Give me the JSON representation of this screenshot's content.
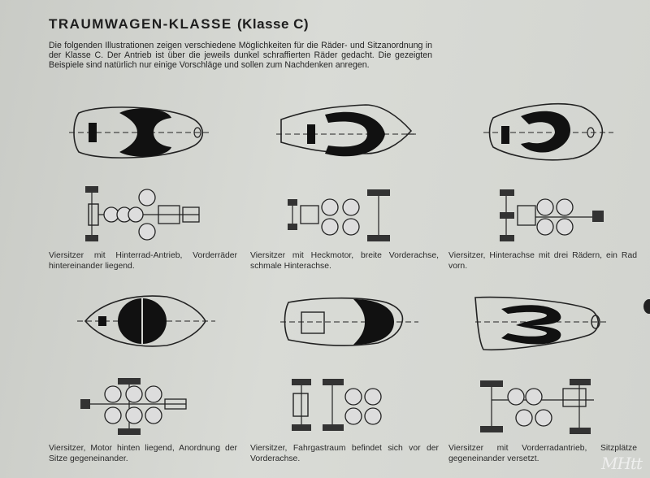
{
  "title": "TRAUMWAGEN-KLASSE",
  "title_suffix": "(Klasse C)",
  "intro": "Die folgenden Illustrationen zeigen verschiedene Möglichkeiten für die Räder- und Sitzanordnung in der Klasse C. Der Antrieb ist über die jeweils dunkel schraffierten Räder gedacht. Die gezeigten Beispiele sind natürlich nur einige Vorschläge und sollen zum Nachdenken anregen.",
  "cars": [
    {
      "caption": "Viersitzer mit Hinterrad-Antrieb, Vorderräder hintereinander liegend."
    },
    {
      "caption": "Viersitzer mit Heckmotor, breite Vorderachse, schmale Hinterachse."
    },
    {
      "caption": "Viersitzer, Hinterachse mit drei Rädern, ein Rad vorn."
    },
    {
      "caption": "Viersitzer, Motor hinten liegend, Anordnung der Sitze gegeneinander."
    },
    {
      "caption": "Viersitzer, Fahrgastraum befindet sich vor der Vorderachse."
    },
    {
      "caption": "Viersitzer mit Vorderradantrieb, Sitzplätze gegeneinander versetzt."
    }
  ],
  "signature": "MHtt",
  "colors": {
    "paper": "#d6d8d3",
    "ink": "#1b1b1b"
  }
}
